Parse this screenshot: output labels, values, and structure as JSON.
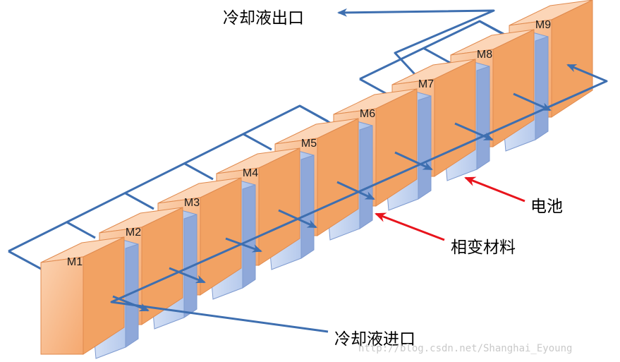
{
  "labels": {
    "coolant_outlet": "冷却液出口",
    "coolant_inlet": "冷却液进口",
    "battery": "电池",
    "phase_change_material": "相变材料"
  },
  "modules": [
    "M1",
    "M2",
    "M3",
    "M4",
    "M5",
    "M6",
    "M7",
    "M8",
    "M9"
  ],
  "watermark": "http://blog.csdn.net/Shanghai_Eyoung",
  "colors": {
    "battery_fill": "#f7b98a",
    "battery_edge": "#e08a4e",
    "pcm_fill": "#c3d3ef",
    "pcm_edge": "#7f9bd0",
    "pipe": "#3e6fb0",
    "pointer_arrow": "#e8141c"
  }
}
